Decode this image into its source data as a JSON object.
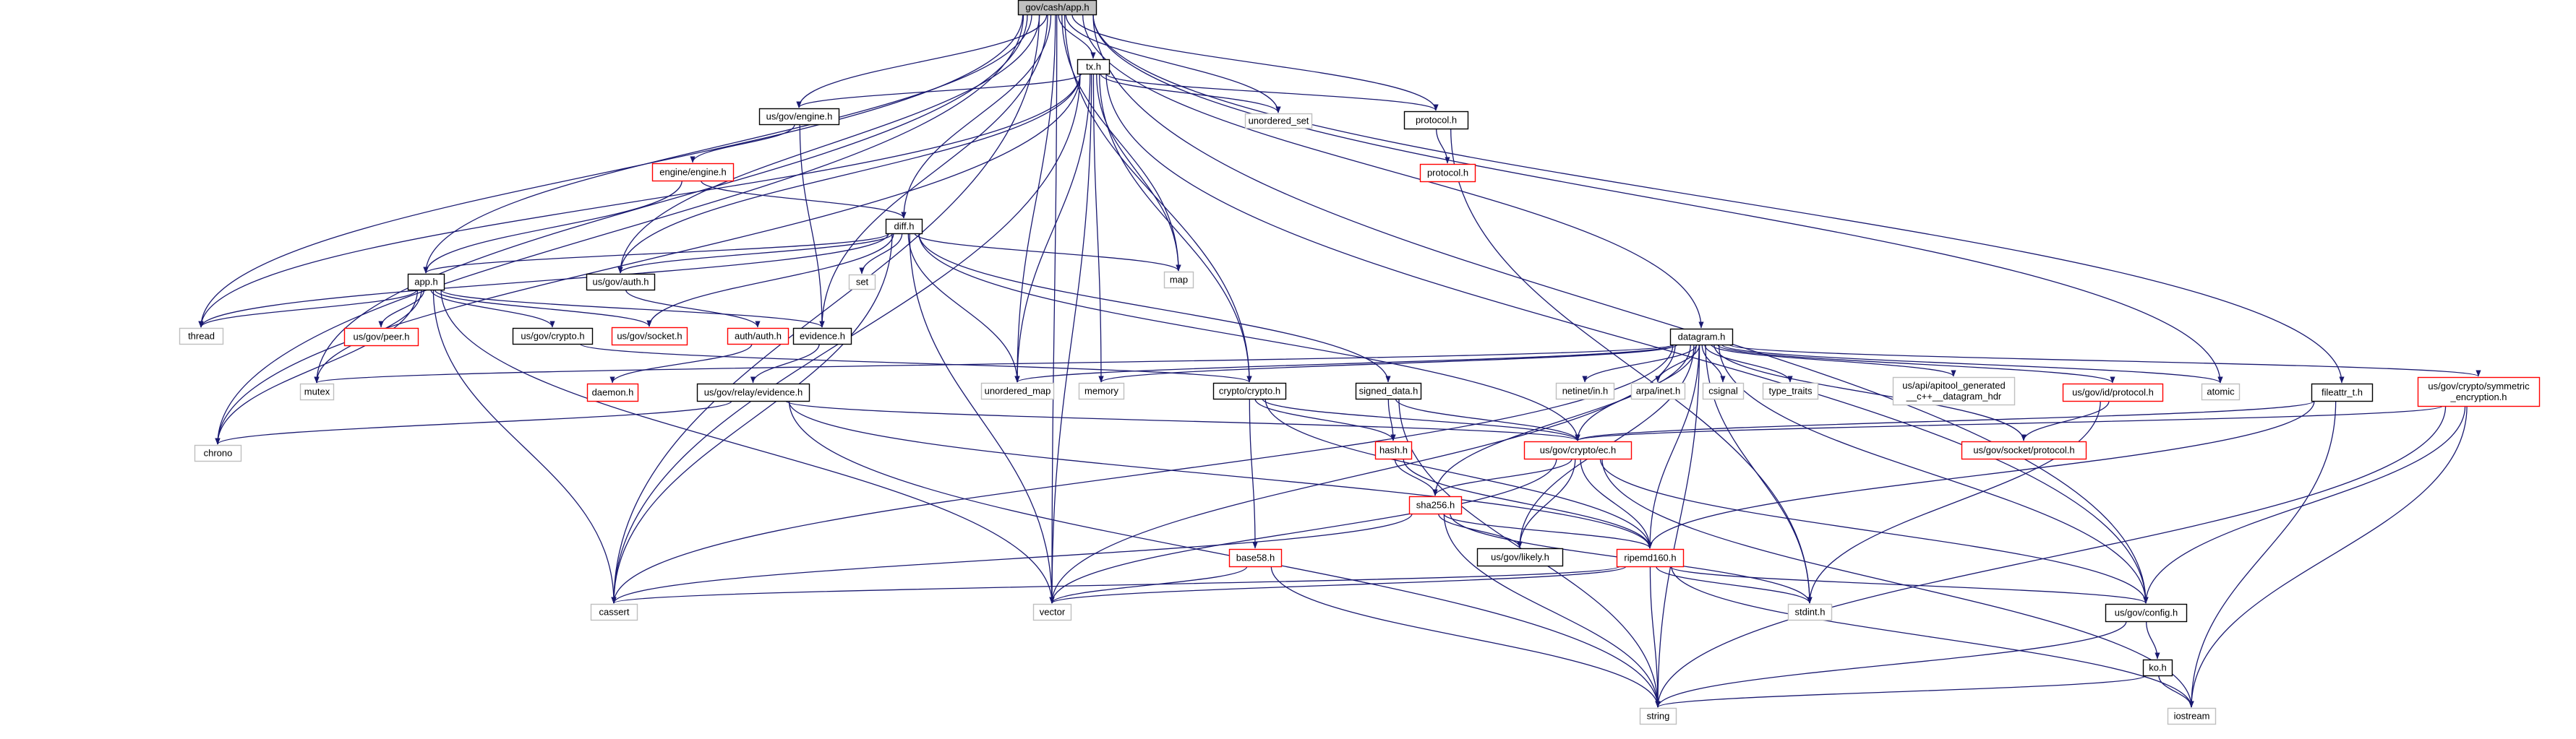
{
  "colors": {
    "edge": "#191970",
    "root_fill": "#bfbfbf",
    "root_border": "#000000",
    "documented_border": "#000000",
    "undocumented_border": "#ff0000",
    "system_border": "#bfbfbf",
    "text": "#000000"
  },
  "nodes": [
    {
      "id": "gov_cash_app_h",
      "label": "gov/cash/app.h",
      "kind": "root"
    },
    {
      "id": "tx_h",
      "label": "tx.h",
      "kind": "documented"
    },
    {
      "id": "us_gov_engine_h",
      "label": "us/gov/engine.h",
      "kind": "documented"
    },
    {
      "id": "unordered_set",
      "label": "unordered_set",
      "kind": "system"
    },
    {
      "id": "protocol_h",
      "label": "protocol.h",
      "kind": "documented"
    },
    {
      "id": "protocol_h2",
      "label": "protocol.h",
      "kind": "undocumented"
    },
    {
      "id": "engine_engine_h",
      "label": "engine/engine.h",
      "kind": "undocumented"
    },
    {
      "id": "diff_h",
      "label": "diff.h",
      "kind": "documented"
    },
    {
      "id": "app_h",
      "label": "app.h",
      "kind": "documented"
    },
    {
      "id": "us_gov_auth_h",
      "label": "us/gov/auth.h",
      "kind": "documented"
    },
    {
      "id": "map",
      "label": "map",
      "kind": "system"
    },
    {
      "id": "set",
      "label": "set",
      "kind": "system"
    },
    {
      "id": "thread",
      "label": "thread",
      "kind": "system"
    },
    {
      "id": "us_gov_peer_h",
      "label": "us/gov/peer.h",
      "kind": "undocumented"
    },
    {
      "id": "us_gov_crypto_h",
      "label": "us/gov/crypto.h",
      "kind": "documented"
    },
    {
      "id": "us_gov_socket_h",
      "label": "us/gov/socket.h",
      "kind": "undocumented"
    },
    {
      "id": "auth_auth_h",
      "label": "auth/auth.h",
      "kind": "undocumented"
    },
    {
      "id": "evidence_h",
      "label": "evidence.h",
      "kind": "documented"
    },
    {
      "id": "mutex",
      "label": "mutex",
      "kind": "system"
    },
    {
      "id": "daemon_h",
      "label": "daemon.h",
      "kind": "undocumented"
    },
    {
      "id": "us_gov_relay_evidence_h",
      "label": "us/gov/relay/evidence.h",
      "kind": "documented"
    },
    {
      "id": "chrono",
      "label": "chrono",
      "kind": "system"
    },
    {
      "id": "datagram_h",
      "label": "datagram.h",
      "kind": "documented"
    },
    {
      "id": "unordered_map",
      "label": "unordered_map",
      "kind": "system"
    },
    {
      "id": "memory",
      "label": "memory",
      "kind": "system"
    },
    {
      "id": "crypto_crypto_h",
      "label": "crypto/crypto.h",
      "kind": "documented"
    },
    {
      "id": "signed_data_h",
      "label": "signed_data.h",
      "kind": "documented"
    },
    {
      "id": "netinet_in_h",
      "label": "netinet/in.h",
      "kind": "system"
    },
    {
      "id": "arpa_inet_h",
      "label": "arpa/inet.h",
      "kind": "system"
    },
    {
      "id": "csignal",
      "label": "csignal",
      "kind": "system"
    },
    {
      "id": "type_traits",
      "label": "type_traits",
      "kind": "system"
    },
    {
      "id": "apitool_hdr",
      "label": "us/api/apitool_generated\n__c++__datagram_hdr",
      "kind": "system"
    },
    {
      "id": "us_gov_id_protocol_h",
      "label": "us/gov/id/protocol.h",
      "kind": "undocumented"
    },
    {
      "id": "atomic",
      "label": "atomic",
      "kind": "system"
    },
    {
      "id": "fileattr_t_h",
      "label": "fileattr_t.h",
      "kind": "documented"
    },
    {
      "id": "us_gov_crypto_sym_h",
      "label": "us/gov/crypto/symmetric\n_encryption.h",
      "kind": "undocumented"
    },
    {
      "id": "hash_h",
      "label": "hash.h",
      "kind": "undocumented"
    },
    {
      "id": "us_gov_crypto_ec_h",
      "label": "us/gov/crypto/ec.h",
      "kind": "undocumented"
    },
    {
      "id": "us_gov_socket_protocol_h",
      "label": "us/gov/socket/protocol.h",
      "kind": "undocumented"
    },
    {
      "id": "base58_h",
      "label": "base58.h",
      "kind": "undocumented"
    },
    {
      "id": "sha256_h",
      "label": "sha256.h",
      "kind": "undocumented"
    },
    {
      "id": "us_gov_likely_h",
      "label": "us/gov/likely.h",
      "kind": "documented"
    },
    {
      "id": "ripemd160_h",
      "label": "ripemd160.h",
      "kind": "undocumented"
    },
    {
      "id": "cassert",
      "label": "cassert",
      "kind": "system"
    },
    {
      "id": "vector",
      "label": "vector",
      "kind": "system"
    },
    {
      "id": "stdint_h",
      "label": "stdint.h",
      "kind": "system"
    },
    {
      "id": "us_gov_config_h",
      "label": "us/gov/config.h",
      "kind": "documented"
    },
    {
      "id": "ko_h",
      "label": "ko.h",
      "kind": "documented"
    },
    {
      "id": "string",
      "label": "string",
      "kind": "system"
    },
    {
      "id": "iostream",
      "label": "iostream",
      "kind": "system"
    }
  ],
  "edges": [
    [
      "gov_cash_app_h",
      "tx_h"
    ],
    [
      "gov_cash_app_h",
      "us_gov_engine_h"
    ],
    [
      "gov_cash_app_h",
      "unordered_set"
    ],
    [
      "gov_cash_app_h",
      "protocol_h"
    ],
    [
      "gov_cash_app_h",
      "diff_h"
    ],
    [
      "gov_cash_app_h",
      "app_h"
    ],
    [
      "gov_cash_app_h",
      "us_gov_auth_h"
    ],
    [
      "gov_cash_app_h",
      "map"
    ],
    [
      "gov_cash_app_h",
      "unordered_map"
    ],
    [
      "gov_cash_app_h",
      "evidence_h"
    ],
    [
      "gov_cash_app_h",
      "thread"
    ],
    [
      "gov_cash_app_h",
      "mutex"
    ],
    [
      "gov_cash_app_h",
      "chrono"
    ],
    [
      "gov_cash_app_h",
      "cassert"
    ],
    [
      "gov_cash_app_h",
      "vector"
    ],
    [
      "gov_cash_app_h",
      "datagram_h"
    ],
    [
      "gov_cash_app_h",
      "crypto_crypto_h"
    ],
    [
      "gov_cash_app_h",
      "atomic"
    ],
    [
      "gov_cash_app_h",
      "fileattr_t_h"
    ],
    [
      "gov_cash_app_h",
      "us_gov_config_h"
    ],
    [
      "tx_h",
      "us_gov_engine_h"
    ],
    [
      "tx_h",
      "unordered_set"
    ],
    [
      "tx_h",
      "protocol_h"
    ],
    [
      "tx_h",
      "map"
    ],
    [
      "tx_h",
      "memory"
    ],
    [
      "tx_h",
      "unordered_map"
    ],
    [
      "tx_h",
      "us_gov_auth_h"
    ],
    [
      "tx_h",
      "crypto_crypto_h"
    ],
    [
      "tx_h",
      "thread"
    ],
    [
      "tx_h",
      "chrono"
    ],
    [
      "tx_h",
      "cassert"
    ],
    [
      "tx_h",
      "vector"
    ],
    [
      "tx_h",
      "us_gov_config_h"
    ],
    [
      "us_gov_engine_h",
      "engine_engine_h"
    ],
    [
      "us_gov_engine_h",
      "evidence_h"
    ],
    [
      "protocol_h",
      "protocol_h2"
    ],
    [
      "protocol_h",
      "stdint_h"
    ],
    [
      "engine_engine_h",
      "diff_h"
    ],
    [
      "engine_engine_h",
      "app_h"
    ],
    [
      "diff_h",
      "app_h"
    ],
    [
      "diff_h",
      "us_gov_auth_h"
    ],
    [
      "diff_h",
      "map"
    ],
    [
      "diff_h",
      "set"
    ],
    [
      "diff_h",
      "unordered_map"
    ],
    [
      "diff_h",
      "thread"
    ],
    [
      "diff_h",
      "us_gov_socket_h"
    ],
    [
      "diff_h",
      "signed_data_h"
    ],
    [
      "diff_h",
      "us_gov_crypto_ec_h"
    ],
    [
      "diff_h",
      "vector"
    ],
    [
      "diff_h",
      "cassert"
    ],
    [
      "app_h",
      "thread"
    ],
    [
      "app_h",
      "mutex"
    ],
    [
      "app_h",
      "chrono"
    ],
    [
      "app_h",
      "us_gov_peer_h"
    ],
    [
      "app_h",
      "us_gov_crypto_h"
    ],
    [
      "app_h",
      "us_gov_socket_h"
    ],
    [
      "app_h",
      "evidence_h"
    ],
    [
      "app_h",
      "cassert"
    ],
    [
      "app_h",
      "vector"
    ],
    [
      "us_gov_auth_h",
      "auth_auth_h"
    ],
    [
      "auth_auth_h",
      "daemon_h"
    ],
    [
      "us_gov_crypto_h",
      "crypto_crypto_h"
    ],
    [
      "evidence_h",
      "us_gov_relay_evidence_h"
    ],
    [
      "us_gov_relay_evidence_h",
      "chrono"
    ],
    [
      "us_gov_relay_evidence_h",
      "us_gov_crypto_ec_h"
    ],
    [
      "us_gov_relay_evidence_h",
      "ripemd160_h"
    ],
    [
      "us_gov_relay_evidence_h",
      "string"
    ],
    [
      "datagram_h",
      "mutex"
    ],
    [
      "datagram_h",
      "unordered_map"
    ],
    [
      "datagram_h",
      "memory"
    ],
    [
      "datagram_h",
      "netinet_in_h"
    ],
    [
      "datagram_h",
      "arpa_inet_h"
    ],
    [
      "datagram_h",
      "csignal"
    ],
    [
      "datagram_h",
      "type_traits"
    ],
    [
      "datagram_h",
      "apitool_hdr"
    ],
    [
      "datagram_h",
      "us_gov_id_protocol_h"
    ],
    [
      "datagram_h",
      "atomic"
    ],
    [
      "datagram_h",
      "us_gov_crypto_sym_h"
    ],
    [
      "datagram_h",
      "us_gov_crypto_ec_h"
    ],
    [
      "datagram_h",
      "sha256_h"
    ],
    [
      "datagram_h",
      "ripemd160_h"
    ],
    [
      "datagram_h",
      "cassert"
    ],
    [
      "datagram_h",
      "vector"
    ],
    [
      "datagram_h",
      "string"
    ],
    [
      "datagram_h",
      "us_gov_likely_h"
    ],
    [
      "datagram_h",
      "us_gov_socket_protocol_h"
    ],
    [
      "datagram_h",
      "stdint_h"
    ],
    [
      "datagram_h",
      "us_gov_config_h"
    ],
    [
      "crypto_crypto_h",
      "hash_h"
    ],
    [
      "crypto_crypto_h",
      "us_gov_crypto_ec_h"
    ],
    [
      "crypto_crypto_h",
      "base58_h"
    ],
    [
      "crypto_crypto_h",
      "ripemd160_h"
    ],
    [
      "signed_data_h",
      "hash_h"
    ],
    [
      "signed_data_h",
      "us_gov_crypto_ec_h"
    ],
    [
      "signed_data_h",
      "string"
    ],
    [
      "us_gov_id_protocol_h",
      "us_gov_socket_protocol_h"
    ],
    [
      "us_gov_id_protocol_h",
      "stdint_h"
    ],
    [
      "fileattr_t_h",
      "us_gov_crypto_ec_h"
    ],
    [
      "fileattr_t_h",
      "ripemd160_h"
    ],
    [
      "fileattr_t_h",
      "iostream"
    ],
    [
      "us_gov_crypto_sym_h",
      "us_gov_crypto_ec_h"
    ],
    [
      "us_gov_crypto_sym_h",
      "us_gov_config_h"
    ],
    [
      "us_gov_crypto_sym_h",
      "string"
    ],
    [
      "us_gov_crypto_sym_h",
      "iostream"
    ],
    [
      "hash_h",
      "sha256_h"
    ],
    [
      "hash_h",
      "ripemd160_h"
    ],
    [
      "us_gov_crypto_ec_h",
      "sha256_h"
    ],
    [
      "us_gov_crypto_ec_h",
      "us_gov_likely_h"
    ],
    [
      "us_gov_crypto_ec_h",
      "ripemd160_h"
    ],
    [
      "us_gov_crypto_ec_h",
      "vector"
    ],
    [
      "us_gov_crypto_ec_h",
      "us_gov_config_h"
    ],
    [
      "us_gov_crypto_ec_h",
      "iostream"
    ],
    [
      "base58_h",
      "vector"
    ],
    [
      "base58_h",
      "string"
    ],
    [
      "sha256_h",
      "us_gov_likely_h"
    ],
    [
      "sha256_h",
      "ripemd160_h"
    ],
    [
      "sha256_h",
      "cassert"
    ],
    [
      "sha256_h",
      "string"
    ],
    [
      "sha256_h",
      "stdint_h"
    ],
    [
      "ripemd160_h",
      "cassert"
    ],
    [
      "ripemd160_h",
      "vector"
    ],
    [
      "ripemd160_h",
      "stdint_h"
    ],
    [
      "ripemd160_h",
      "string"
    ],
    [
      "ripemd160_h",
      "us_gov_config_h"
    ],
    [
      "ripemd160_h",
      "iostream"
    ],
    [
      "us_gov_config_h",
      "ko_h"
    ],
    [
      "us_gov_config_h",
      "string"
    ],
    [
      "ko_h",
      "string"
    ],
    [
      "ko_h",
      "iostream"
    ]
  ]
}
